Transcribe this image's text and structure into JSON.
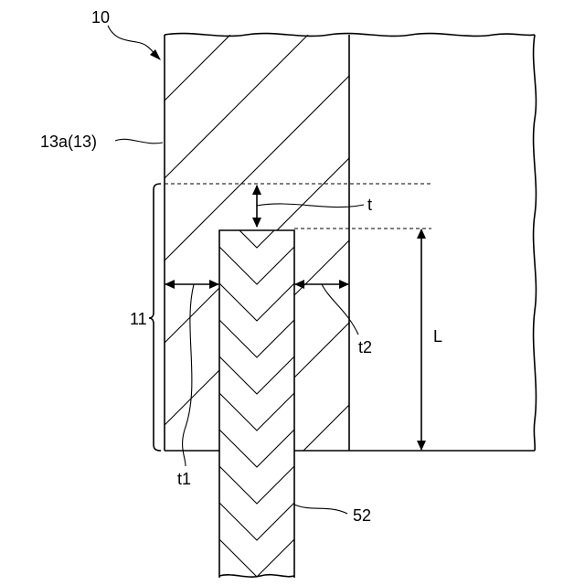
{
  "labels": {
    "device": "10",
    "layer": "13a(13)",
    "region": "11",
    "gap": "t",
    "thickness_left": "t1",
    "thickness_right": "t2",
    "length": "L",
    "member": "52"
  }
}
